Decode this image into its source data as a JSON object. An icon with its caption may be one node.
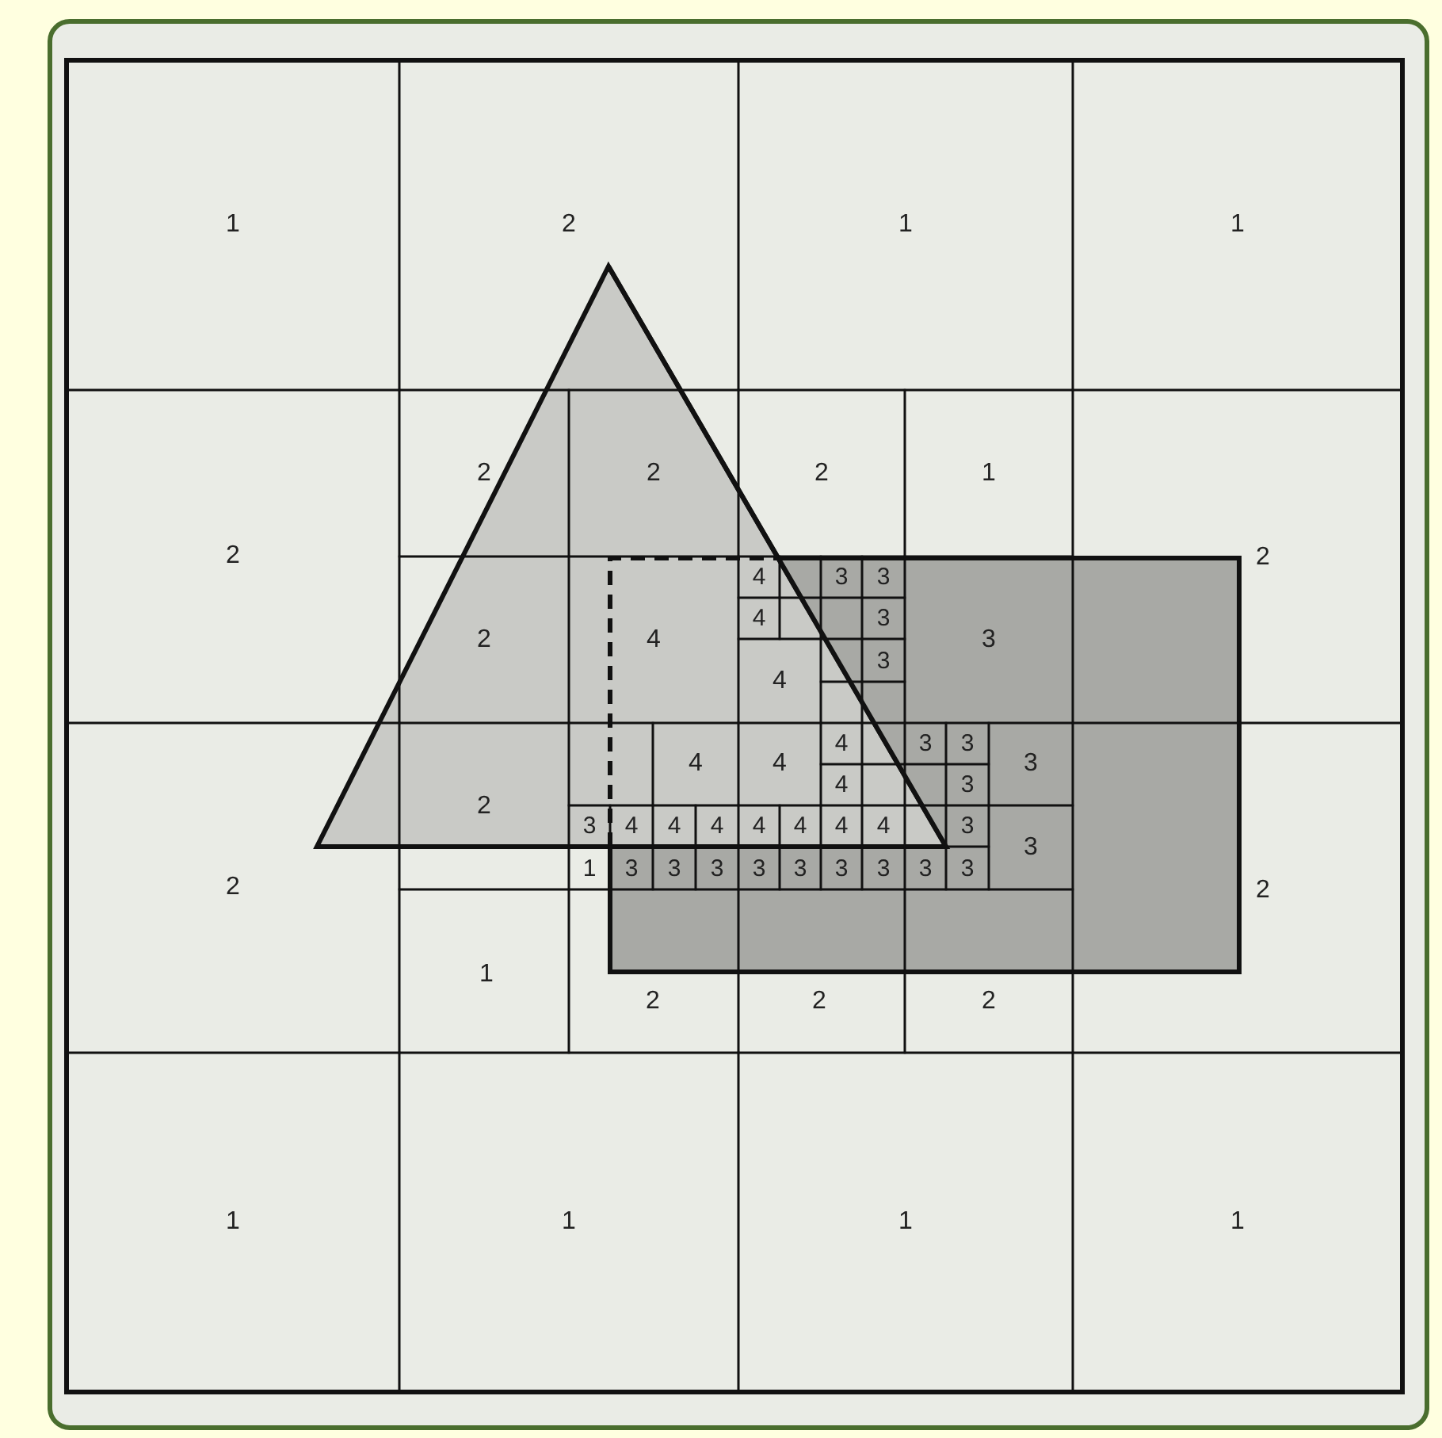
{
  "diagram": {
    "labels": [
      "1",
      "2",
      "1",
      "1",
      "2",
      "2",
      "2",
      "1",
      "2",
      "2",
      "4",
      "3",
      "3",
      "4",
      "3",
      "2",
      "4",
      "3",
      "3",
      "4",
      "4",
      "3",
      "3",
      "4",
      "4",
      "3",
      "4",
      "3",
      "2",
      "3",
      "4",
      "4",
      "4",
      "4",
      "4",
      "4",
      "4",
      "3",
      "3",
      "1",
      "3",
      "3",
      "3",
      "3",
      "3",
      "3",
      "3",
      "3",
      "3",
      "2",
      "2",
      "1",
      "2",
      "2",
      "2",
      "1",
      "1",
      "1",
      "1"
    ]
  }
}
